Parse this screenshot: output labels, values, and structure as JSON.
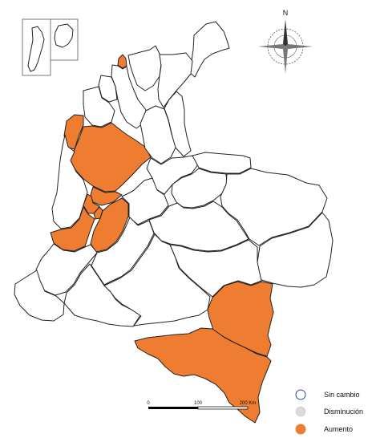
{
  "compass": {
    "north_label": "N"
  },
  "scale_bar": {
    "labels": [
      "0",
      "100",
      "200 Km"
    ]
  },
  "legend": {
    "items": [
      {
        "label": "Sin cambio",
        "fill": "#ffffff",
        "stroke": "#2b4f9a"
      },
      {
        "label": "Disminución",
        "fill": "#d9d9d9",
        "stroke": "#d9d9d9"
      },
      {
        "label": "Aumento",
        "fill": "#ee7d31",
        "stroke": "#ee7d31"
      }
    ]
  },
  "colors": {
    "aumento": "#ee7d31",
    "sin_cambio": "#ffffff",
    "border": "#222222"
  },
  "departments": [
    {
      "name": "san-andres",
      "status": "sin_cambio"
    },
    {
      "name": "providencia",
      "status": "sin_cambio"
    },
    {
      "name": "la-guajira",
      "status": "sin_cambio"
    },
    {
      "name": "atlantico",
      "status": "aumento"
    },
    {
      "name": "magdalena",
      "status": "sin_cambio"
    },
    {
      "name": "cesar",
      "status": "sin_cambio"
    },
    {
      "name": "bolivar",
      "status": "sin_cambio"
    },
    {
      "name": "sucre",
      "status": "sin_cambio"
    },
    {
      "name": "cordoba",
      "status": "sin_cambio"
    },
    {
      "name": "choco-north",
      "status": "aumento"
    },
    {
      "name": "antioquia",
      "status": "aumento"
    },
    {
      "name": "norte-de-santander",
      "status": "sin_cambio"
    },
    {
      "name": "santander",
      "status": "sin_cambio"
    },
    {
      "name": "boyaca",
      "status": "sin_cambio"
    },
    {
      "name": "arauca",
      "status": "sin_cambio"
    },
    {
      "name": "casanare",
      "status": "sin_cambio"
    },
    {
      "name": "vichada",
      "status": "sin_cambio"
    },
    {
      "name": "choco",
      "status": "sin_cambio"
    },
    {
      "name": "caldas",
      "status": "aumento"
    },
    {
      "name": "risaralda",
      "status": "aumento"
    },
    {
      "name": "quindio",
      "status": "aumento"
    },
    {
      "name": "valle-del-cauca",
      "status": "aumento"
    },
    {
      "name": "tolima",
      "status": "aumento"
    },
    {
      "name": "cundinamarca",
      "status": "sin_cambio"
    },
    {
      "name": "meta",
      "status": "sin_cambio"
    },
    {
      "name": "guainia",
      "status": "sin_cambio"
    },
    {
      "name": "cauca",
      "status": "sin_cambio"
    },
    {
      "name": "huila",
      "status": "sin_cambio"
    },
    {
      "name": "narino",
      "status": "sin_cambio"
    },
    {
      "name": "putumayo",
      "status": "sin_cambio"
    },
    {
      "name": "caqueta",
      "status": "sin_cambio"
    },
    {
      "name": "guaviare",
      "status": "sin_cambio"
    },
    {
      "name": "vaupes",
      "status": "aumento"
    },
    {
      "name": "amazonas",
      "status": "aumento"
    }
  ]
}
